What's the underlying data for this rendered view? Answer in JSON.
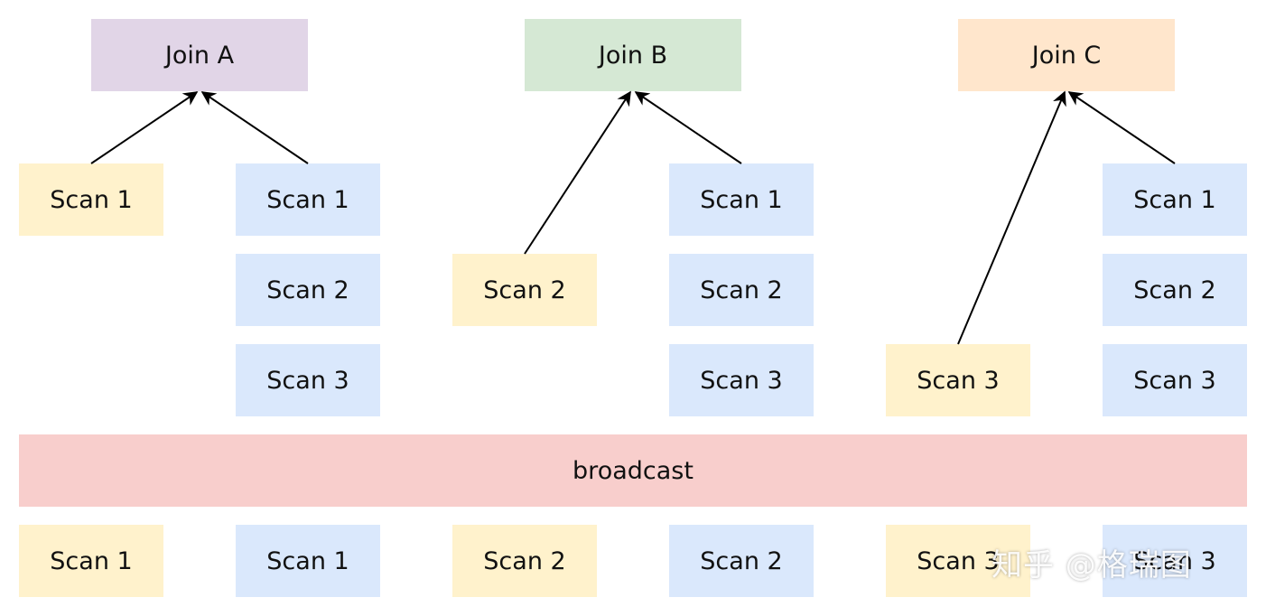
{
  "joins": [
    {
      "label": "Join A"
    },
    {
      "label": "Join B"
    },
    {
      "label": "Join C"
    }
  ],
  "column_a": {
    "local": "Scan 1",
    "remote": [
      "Scan 1",
      "Scan 2",
      "Scan 3"
    ]
  },
  "column_b": {
    "local": "Scan 2",
    "remote": [
      "Scan 1",
      "Scan 2",
      "Scan 3"
    ]
  },
  "column_c": {
    "local": "Scan 3",
    "remote": [
      "Scan 1",
      "Scan 2",
      "Scan 3"
    ]
  },
  "broadcast": {
    "label": "broadcast"
  },
  "bottom_row": [
    "Scan 1",
    "Scan 1",
    "Scan 2",
    "Scan 2",
    "Scan 3",
    "Scan 3"
  ],
  "watermark": "知乎 @格瑞图",
  "colors": {
    "join_a": "#e1d5e7",
    "join_b": "#d5e8d4",
    "join_c": "#ffe6cc",
    "local_scan": "#fff2cc",
    "remote_scan": "#dae8fc",
    "broadcast": "#f8cecc",
    "arrow": "#000000"
  }
}
